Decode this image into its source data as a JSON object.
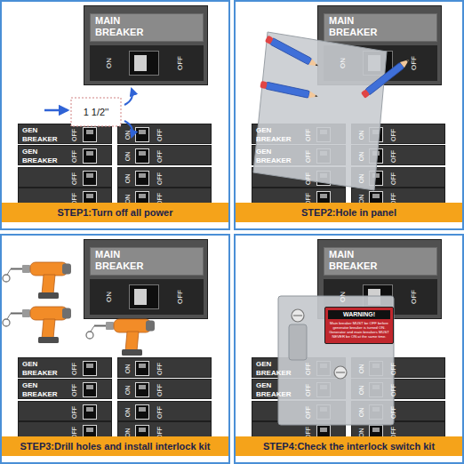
{
  "diagram": {
    "nodes": [
      {
        "text": [
          "STEP1:Turn off all power"
        ]
      },
      {
        "text": [
          "MAIN BREAKER",
          "ON",
          "OFF"
        ],
        "in": 0
      },
      {
        "text": [
          "GEN BREAKER",
          "OFF"
        ],
        "in": 0
      },
      {
        "text": [
          "ON",
          "OFF"
        ],
        "in": 0
      },
      {
        "text": [
          "GEN BREAKER",
          "OFF"
        ],
        "in": 0
      },
      {
        "text": [
          "ON",
          "OFF"
        ],
        "in": 0
      },
      {
        "text": [
          "OFF"
        ],
        "in": 0
      },
      {
        "text": [
          "ON",
          "OFF"
        ],
        "in": 0
      },
      {
        "text": [
          "OFF"
        ],
        "in": 0
      },
      {
        "text": [
          "ON",
          "OFF"
        ],
        "in": 0
      },
      {
        "text": [
          "STEP2:Hole in panel"
        ]
      },
      {
        "text": [
          "MAIN BREAKER",
          "ON",
          "OFF"
        ],
        "in": 10
      },
      {
        "text": [
          "GEN BREAKER",
          "OFF"
        ],
        "in": 10
      },
      {
        "text": [
          "ON",
          "OFF"
        ],
        "in": 10
      },
      {
        "text": [
          "GEN BREAKER",
          "OFF"
        ],
        "in": 10
      },
      {
        "text": [
          "ON",
          "OFF"
        ],
        "in": 10
      },
      {
        "text": [
          "OFF"
        ],
        "in": 10
      },
      {
        "text": [
          "ON",
          "OFF"
        ],
        "in": 10
      },
      {
        "text": [
          "OFF"
        ],
        "in": 10
      },
      {
        "text": [
          "ON",
          "OFF"
        ],
        "in": 10
      },
      {
        "text": [
          "STEP3:Drill holes and install interlock kit"
        ]
      },
      {
        "text": [
          "MAIN BREAKER",
          "ON",
          "OFF"
        ],
        "in": 20
      },
      {
        "text": [
          "GEN BREAKER",
          "OFF"
        ],
        "in": 20
      },
      {
        "text": [
          "ON",
          "OFF"
        ],
        "in": 20
      },
      {
        "text": [
          "GEN BREAKER",
          "OFF"
        ],
        "in": 20
      },
      {
        "text": [
          "ON",
          "OFF"
        ],
        "in": 20
      },
      {
        "text": [
          "OFF"
        ],
        "in": 20
      },
      {
        "text": [
          "ON",
          "OFF"
        ],
        "in": 20
      },
      {
        "text": [
          "OFF"
        ],
        "in": 20
      },
      {
        "text": [
          "ON",
          "OFF"
        ],
        "in": 20
      },
      {
        "text": [
          "STEP4:Check the interlock switch kit"
        ]
      },
      {
        "text": [
          "MAIN BREAKER",
          "ON",
          "OFF"
        ],
        "in": 30
      },
      {
        "text": [
          "GEN BREAKER",
          "OFF"
        ],
        "in": 30
      },
      {
        "text": [
          "ON",
          "OFF"
        ],
        "in": 30
      },
      {
        "text": [
          "GEN BREAKER",
          "OFF"
        ],
        "in": 30
      },
      {
        "text": [
          "ON",
          "OFF"
        ],
        "in": 30
      },
      {
        "text": [
          "OFF"
        ],
        "in": 30
      },
      {
        "text": [
          "ON",
          "OFF"
        ],
        "in": 30
      },
      {
        "text": [
          "OFF"
        ],
        "in": 30
      },
      {
        "text": [
          "ON",
          "OFF"
        ],
        "in": 30
      },
      {
        "text": [
          "WARNING!",
          "Main breaker MUST be OFF before generator breaker is turned ON. Generator and main breakers MUST NEVER be ON at the same time."
        ],
        "in": 30
      }
    ],
    "labels": [
      "1 1/2''"
    ]
  }
}
